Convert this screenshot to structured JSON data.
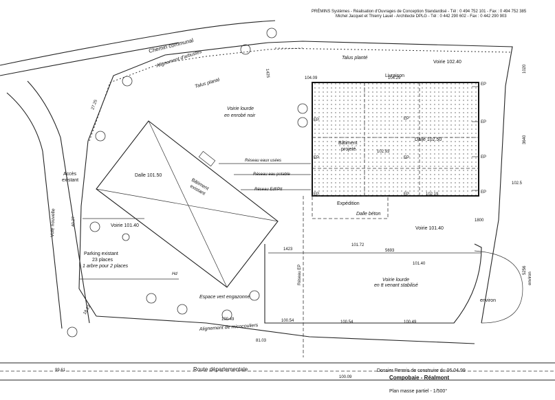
{
  "header": {
    "line1": "PRÉMINS Systèmes - Réalisation d'Ouvrages de Conception Standardisé - Tél : 0 494 752 101 - Fax : 0 494 752 385",
    "line2": "Michel Jacquet et Thierry Lauel - Architecte DPLG - Tél : 0 442 290 602 - Fax : 0 442 290 903"
  },
  "labels": {
    "chemin": "Chemin communal",
    "alignement_arbustes": "Alignement d'arbustes",
    "talus_plante_1": "Talus planté",
    "talus_plante_2": "Talus planté",
    "voirie_lourde": "Voirie lourde",
    "enrobe": "en enrobé noir",
    "voirie_top": "Voirie 102.40",
    "livraison": "Livraison",
    "batiment_projete_1": "Bâtiment",
    "batiment_projete_2": "projeté",
    "dalle_projete": "Dalle 102.50",
    "batiment_existant_1": "Bâtiment",
    "batiment_existant_2": "existant",
    "dalle_existant": "Dalle 101.50",
    "reseau_usees": "Réseau eaux usées",
    "reseau_potable": "Réseau eau potable",
    "reseau_edf": "Réseau Edf/Ptt",
    "acces_1": "Accès",
    "acces_2": "existant",
    "voie_nouvelle": "Voie nouvelle",
    "expedition": "Expédition",
    "dalle_beton": "Dalle béton",
    "voirie_101_left": "Voirie 101.40",
    "voirie_101_right": "Voirie 101.40",
    "parking_1": "Parking existant",
    "parking_2": "23 places",
    "parking_3": "1 arbre pour 2 places",
    "hd": "Hd",
    "espace_vert": "Espace vert engazonné",
    "alignement_micocouliers": "Alignement de micocouliers",
    "voirie_lourde_2": "Voirie lourde",
    "tout_venant": "en tt venant stabilisé",
    "environ_1": "environ",
    "environ_2": "environ",
    "reseau_ep": "Réseau EP",
    "route": "Route départementale",
    "dossier": "Dossier Permis de construire du 06.04.99",
    "lieu": "Compobaie - Réalmont",
    "plan_masse": "Plan masse partiel - 1/500°"
  },
  "levels": {
    "l1": "104.09",
    "l2": "104.29",
    "l3": "102.93",
    "l4": "102.19",
    "l5": "101.72",
    "l6": "101.40",
    "l7": "100.54",
    "l8": "100.54",
    "l9": "100.49",
    "l10": "100.49",
    "l11": "102.5",
    "l12": "99.61",
    "l13": "100.09"
  },
  "dimensions": {
    "d1": "1020",
    "d2": "1423",
    "d3": "5693",
    "d4": "1800",
    "d5": "3640",
    "d6": "5256",
    "d7": "27.25",
    "d8": "40.27",
    "d9": "18.22",
    "d10": "81.03",
    "d11": "1425"
  },
  "ep_label": "EP"
}
